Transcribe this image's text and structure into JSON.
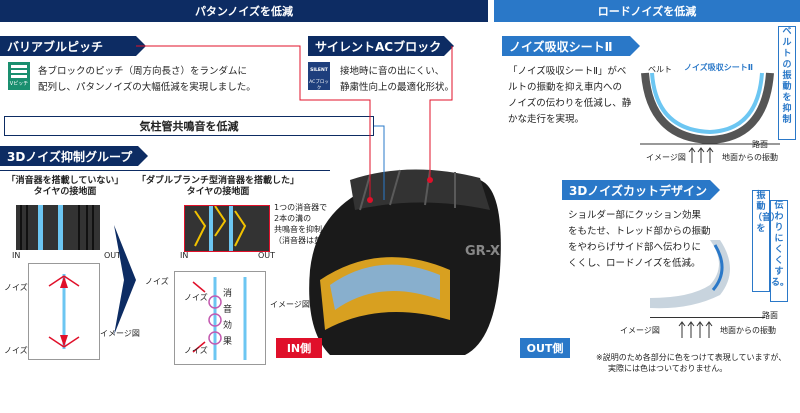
{
  "headers": {
    "pattern_noise": "パタンノイズを低減",
    "road_noise": "ロードノイズを低減"
  },
  "variable_pitch": {
    "title": "バリアブルピッチ",
    "icon_label": "Vピッチ",
    "desc_line1": "各ブロックのピッチ（周方向長さ）をランダムに",
    "desc_line2": "配列し、パタンノイズの大幅低減を実現しました。"
  },
  "silent_ac_block": {
    "title": "サイレントACブロック",
    "icon_label_top": "SILENT",
    "icon_label_bottom": "ACブロック",
    "desc_line1": "接地時に音の出にくい、",
    "desc_line2": "静粛性向上の最適化形状。"
  },
  "air_pipe": {
    "title": "気柱管共鳴音を低減"
  },
  "silencer_group": {
    "title": "3Dノイズ抑制グループ",
    "without_line1": "「消音器を搭載していない」",
    "without_line2": "タイヤの接地面",
    "with_line1": "「ダブルブランチ型消音器を搭載した」",
    "with_line2": "タイヤの接地面",
    "note_line1": "1つの消音器で",
    "note_line2": "2本の溝の",
    "note_line3": "共鳴音を抑制",
    "note_line4": "（消音器は黄色）",
    "in_label": "IN",
    "out_label": "OUT",
    "noise": "ノイズ",
    "image_fig": "イメージ図",
    "effect": "消音効果"
  },
  "noise_sheet": {
    "title": "ノイズ吸収シートⅡ",
    "desc_line1": "「ノイズ吸収シートⅡ」がベ",
    "desc_line2": "ルトの振動を抑え車内への",
    "desc_line3": "ノイズの伝わりを低減し、静",
    "desc_line4": "かな走行を実現。",
    "belt": "ベルト",
    "sheet_label": "ノイズ吸収シートⅡ",
    "vertical_text": "ベルトの振動を抑制",
    "road": "路面",
    "image_fig": "イメージ図",
    "road_vibration": "地面からの振動"
  },
  "cut_design": {
    "title": "3Dノイズカットデザイン",
    "desc_line1": "ショルダー部にクッション効果",
    "desc_line2": "をもたせ、トレッド部からの振動",
    "desc_line3": "をやわらげサイド部へ伝わりに",
    "desc_line4": "くくし、ロードノイズを低減。",
    "vertical_text1": "振動（音）を",
    "vertical_text2": "伝わりにくくする。",
    "road": "路面",
    "image_fig": "イメージ図",
    "road_vibration": "地面からの振動"
  },
  "tire": {
    "in_side": "IN側",
    "out_side": "OUT側",
    "image_fig": "イメージ図",
    "brand": "GR-X"
  },
  "footnote": {
    "line1": "※説明のため各部分に色をつけて表現していますが、",
    "line2": "実際には色はついておりません。"
  },
  "colors": {
    "navy": "#0d2c63",
    "blue": "#2a78c8",
    "red": "#e0102a",
    "yellow": "#f2c200"
  }
}
